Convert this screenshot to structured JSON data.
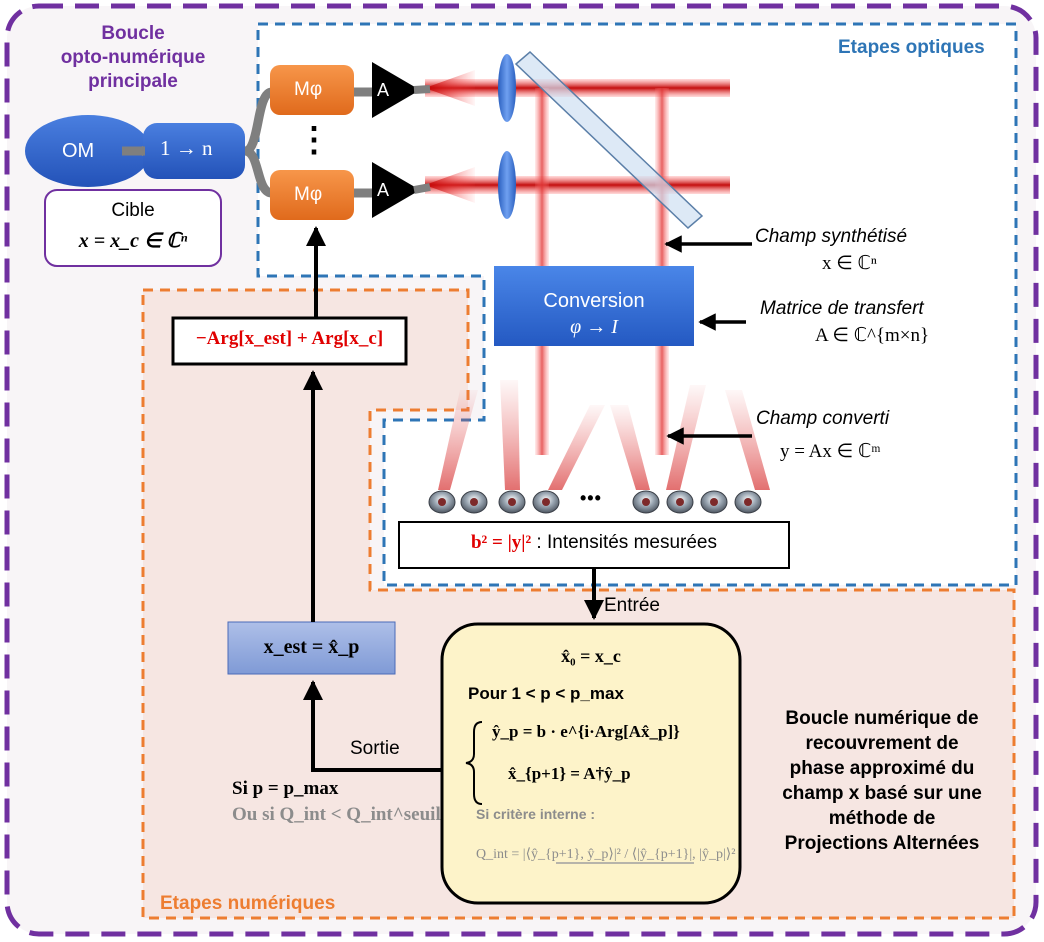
{
  "outer_title": [
    "Boucle",
    "opto-numérique",
    "principale"
  ],
  "optical_label": "Etapes optiques",
  "digital_label": "Etapes numériques",
  "om_label": "OM",
  "splitter_label": "1 → n",
  "mod_label": "Mφ",
  "amp_label": "A",
  "dots_vertical": "⋮",
  "target": {
    "title": "Cible",
    "formula": "x = x_c ∈ ℂⁿ"
  },
  "phase_update": "−Arg[x_est] + Arg[x_c]",
  "conversion": {
    "title": "Conversion",
    "sub": "φ → I"
  },
  "champ_synth": {
    "title": "Champ synthétisé",
    "formula": "x ∈ ℂⁿ"
  },
  "matrice": {
    "title": "Matrice de transfert",
    "formula": "A ∈ ℂ^{m×n}"
  },
  "champ_conv": {
    "title": "Champ converti",
    "formula": "y = Ax ∈ ℂᵐ"
  },
  "detector_dots": "•••",
  "intensity": {
    "formula": "b² = |y|²",
    "label": " : Intensités mesurées"
  },
  "entree": "Entrée",
  "sortie": "Sortie",
  "estimate": "x_est = x̂_p",
  "algo": {
    "init": "x̂₀ = x_c",
    "loop": "Pour 1 < p < p_max",
    "eq1": "ŷ_p = b · e^{i·Arg[Ax̂_p]}",
    "eq2": "x̂_{p+1} = A†ŷ_p",
    "crit_label": "Si critère interne :",
    "crit_formula": "Q_int = |⟨ŷ_{p+1}, ŷ_p⟩|² / ⟨|ŷ_{p+1}|, |ŷ_p|⟩²"
  },
  "stop1": "Si p = p_max",
  "stop2": "Ou si Q_int < Q_int^seuil",
  "algo_desc": [
    "Boucle numérique de",
    "recouvrement de",
    "phase approximé du",
    "champ x basé sur une",
    "méthode de",
    "Projections Alternées"
  ],
  "colors": {
    "purple": "#7030a0",
    "blue": "#2e75b6",
    "orange": "#ed7d31",
    "red": "#e00000",
    "grey": "#8c8c8c"
  }
}
